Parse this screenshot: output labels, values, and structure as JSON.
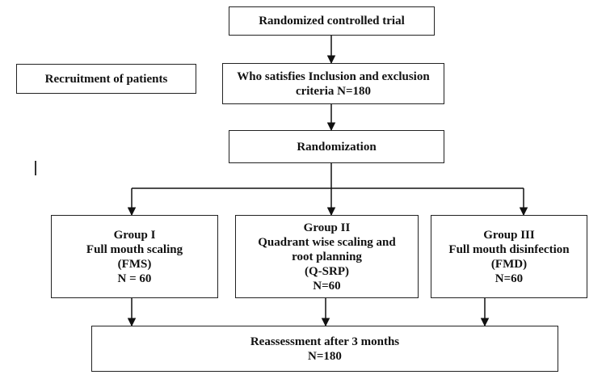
{
  "flowchart": {
    "trial": "Randomized controlled trial",
    "recruitment": "Recruitment of patients",
    "inclusion": [
      "Who satisfies Inclusion and exclusion",
      "criteria N=180"
    ],
    "randomization": "Randomization",
    "groups": [
      {
        "lines": [
          "Group I",
          "Full mouth scaling",
          "(FMS)",
          "N = 60"
        ]
      },
      {
        "lines": [
          "Group II",
          "Quadrant wise scaling and",
          "root planning",
          "(Q-SRP)",
          "N=60"
        ]
      },
      {
        "lines": [
          "Group III",
          "Full mouth disinfection",
          "(FMD)",
          "N=60"
        ]
      }
    ],
    "reassessment": [
      "Reassessment after 3 months",
      "N=180"
    ]
  }
}
